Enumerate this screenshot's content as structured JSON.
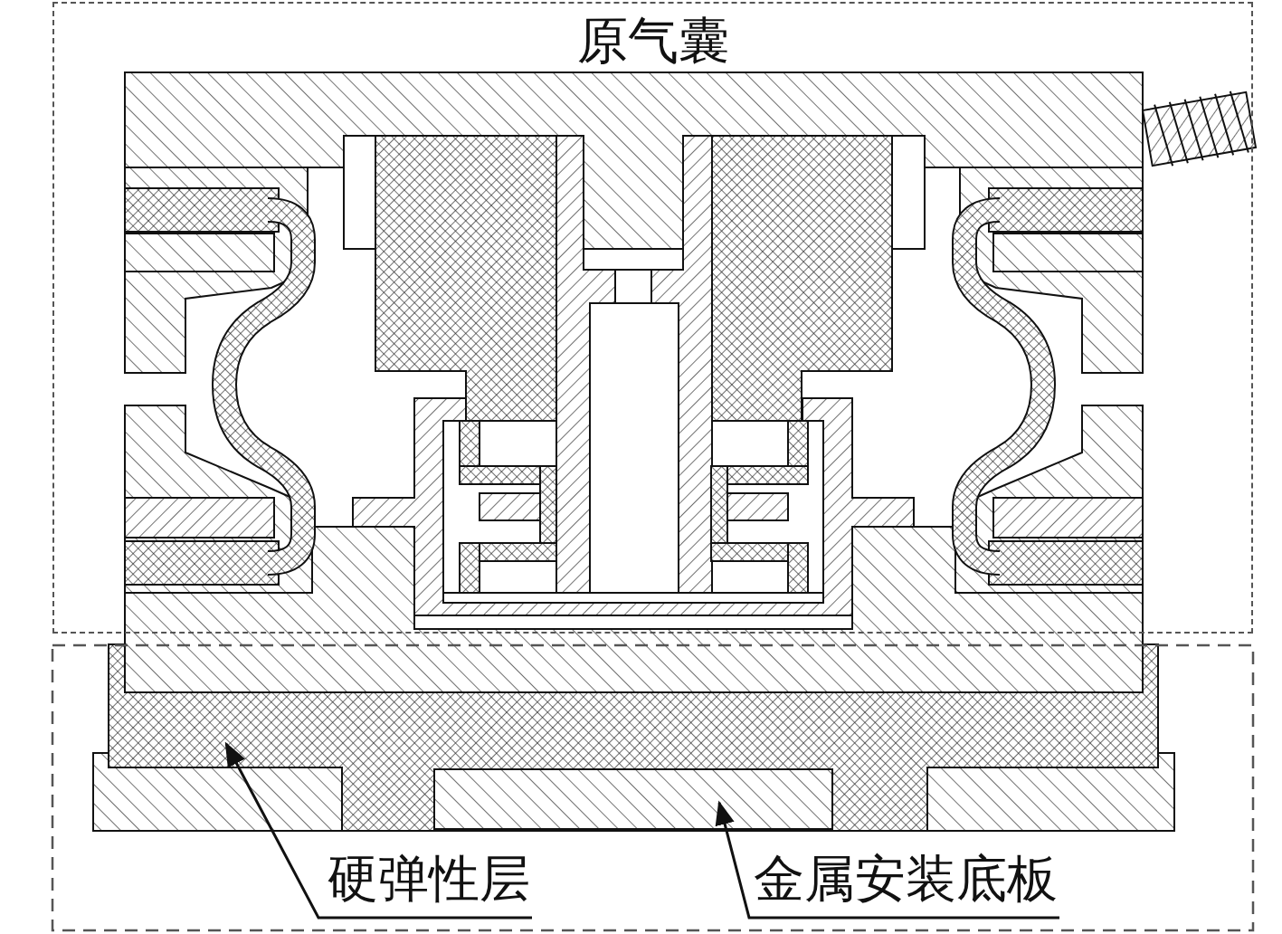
{
  "diagram": {
    "nodes": [
      {
        "text": [
          "原气囊"
        ]
      }
    ],
    "labels": [
      "硬弹性层",
      "金属安装底板"
    ]
  }
}
